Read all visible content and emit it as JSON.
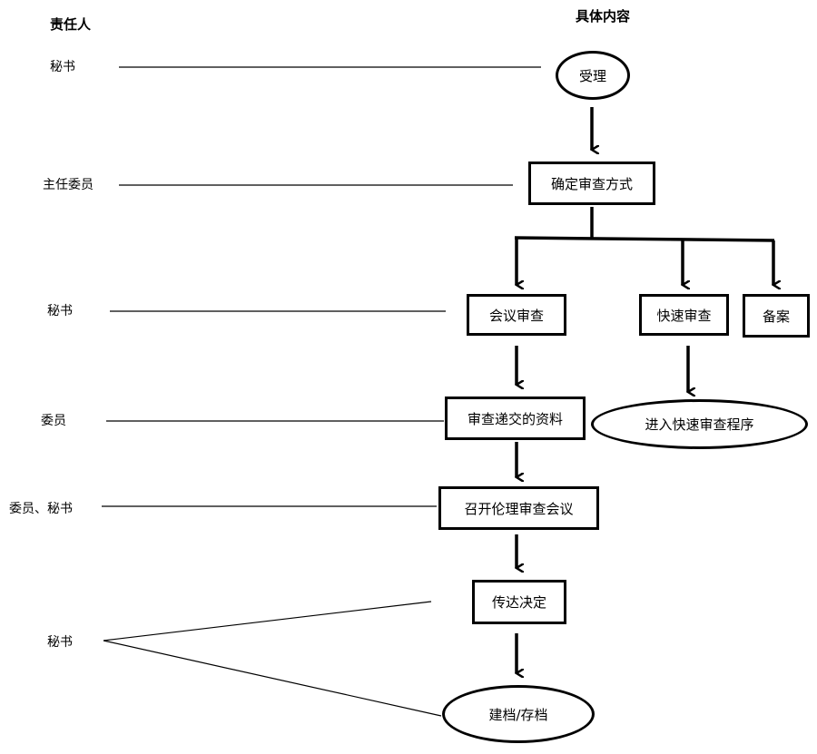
{
  "headers": {
    "responsible": "责任人",
    "content": "具体内容"
  },
  "roles": {
    "r1": "秘书",
    "r2": "主任委员",
    "r3": "秘书",
    "r4": "委员",
    "r5": "委员、秘书",
    "r6": "秘书"
  },
  "nodes": {
    "accept": "受理",
    "determine": "确定审查方式",
    "meeting_review": "会议审查",
    "fast_review": "快速审查",
    "filing": "备案",
    "review_materials": "审查递交的资料",
    "enter_fast": "进入快速审查程序",
    "ethics_meeting": "召开伦理审查会议",
    "convey": "传达决定",
    "archive": "建档/存档"
  }
}
